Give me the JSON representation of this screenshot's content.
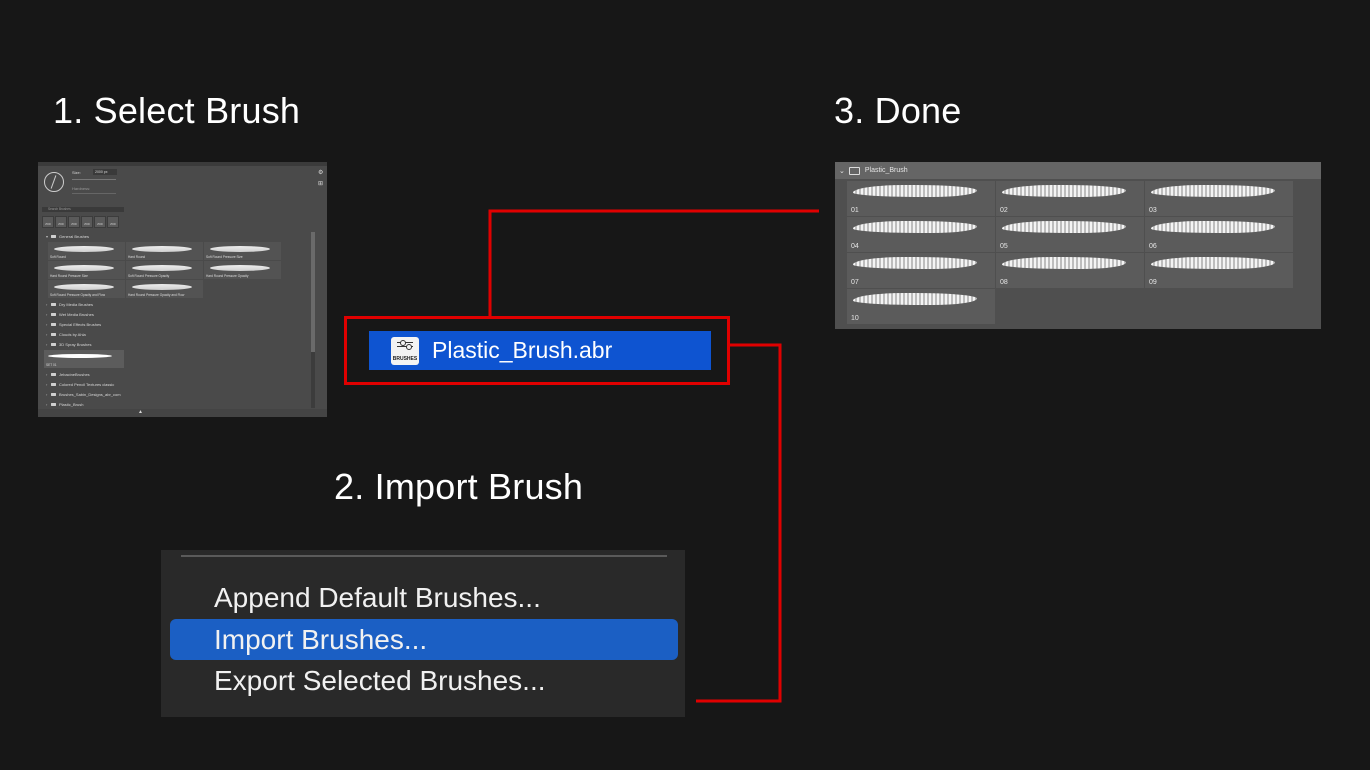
{
  "steps": {
    "select": "1. Select Brush",
    "import": "2. Import Brush",
    "done": "3. Done"
  },
  "colors": {
    "highlight_frame": "#e00000",
    "file_chip": "#0e54d1",
    "menu_selected": "#1b5fc4"
  },
  "panel1": {
    "size_label": "Size:",
    "size_value": "2000 px",
    "hardness_label": "Hardness:",
    "search_placeholder": "Search Brushes",
    "preset_sizes": [
      "2500",
      "2500",
      "2500",
      "2500",
      "2500",
      "2500"
    ],
    "general_folder": "General Brushes",
    "general_brushes": [
      "Soft Round",
      "Hard Round",
      "Soft Round Pressure Size",
      "Hard Round Pressure Size",
      "Soft Round Pressure Opacity",
      "Hard Round Pressure Opacity",
      "Soft Round Pressure Opacity and Flow",
      "Hard Round Pressure Opacity and Flow"
    ],
    "folders_a": [
      "Dry Media Brushes",
      "Wet Media Brushes",
      "Special Effects Brushes",
      "Clouds by Ahla",
      "3D Spray Brushes"
    ],
    "set_label": "SET 01",
    "folders_b": [
      "JebacineBrushes",
      "Colored Pencil Textures classic",
      "Brushes_Sabin_Designs_abr_com",
      "Plastic_Brush"
    ]
  },
  "file": {
    "name": "Plastic_Brush.abr",
    "icon_caption": "BRUSHES",
    "icon": "brushes-file-icon"
  },
  "menu": {
    "items": [
      "Append Default Brushes...",
      "Import Brushes...",
      "Export Selected Brushes..."
    ],
    "selected_index": 1
  },
  "result": {
    "folder": "Plastic_Brush",
    "brushes": [
      "01",
      "02",
      "03",
      "04",
      "05",
      "06",
      "07",
      "08",
      "09",
      "10"
    ]
  }
}
